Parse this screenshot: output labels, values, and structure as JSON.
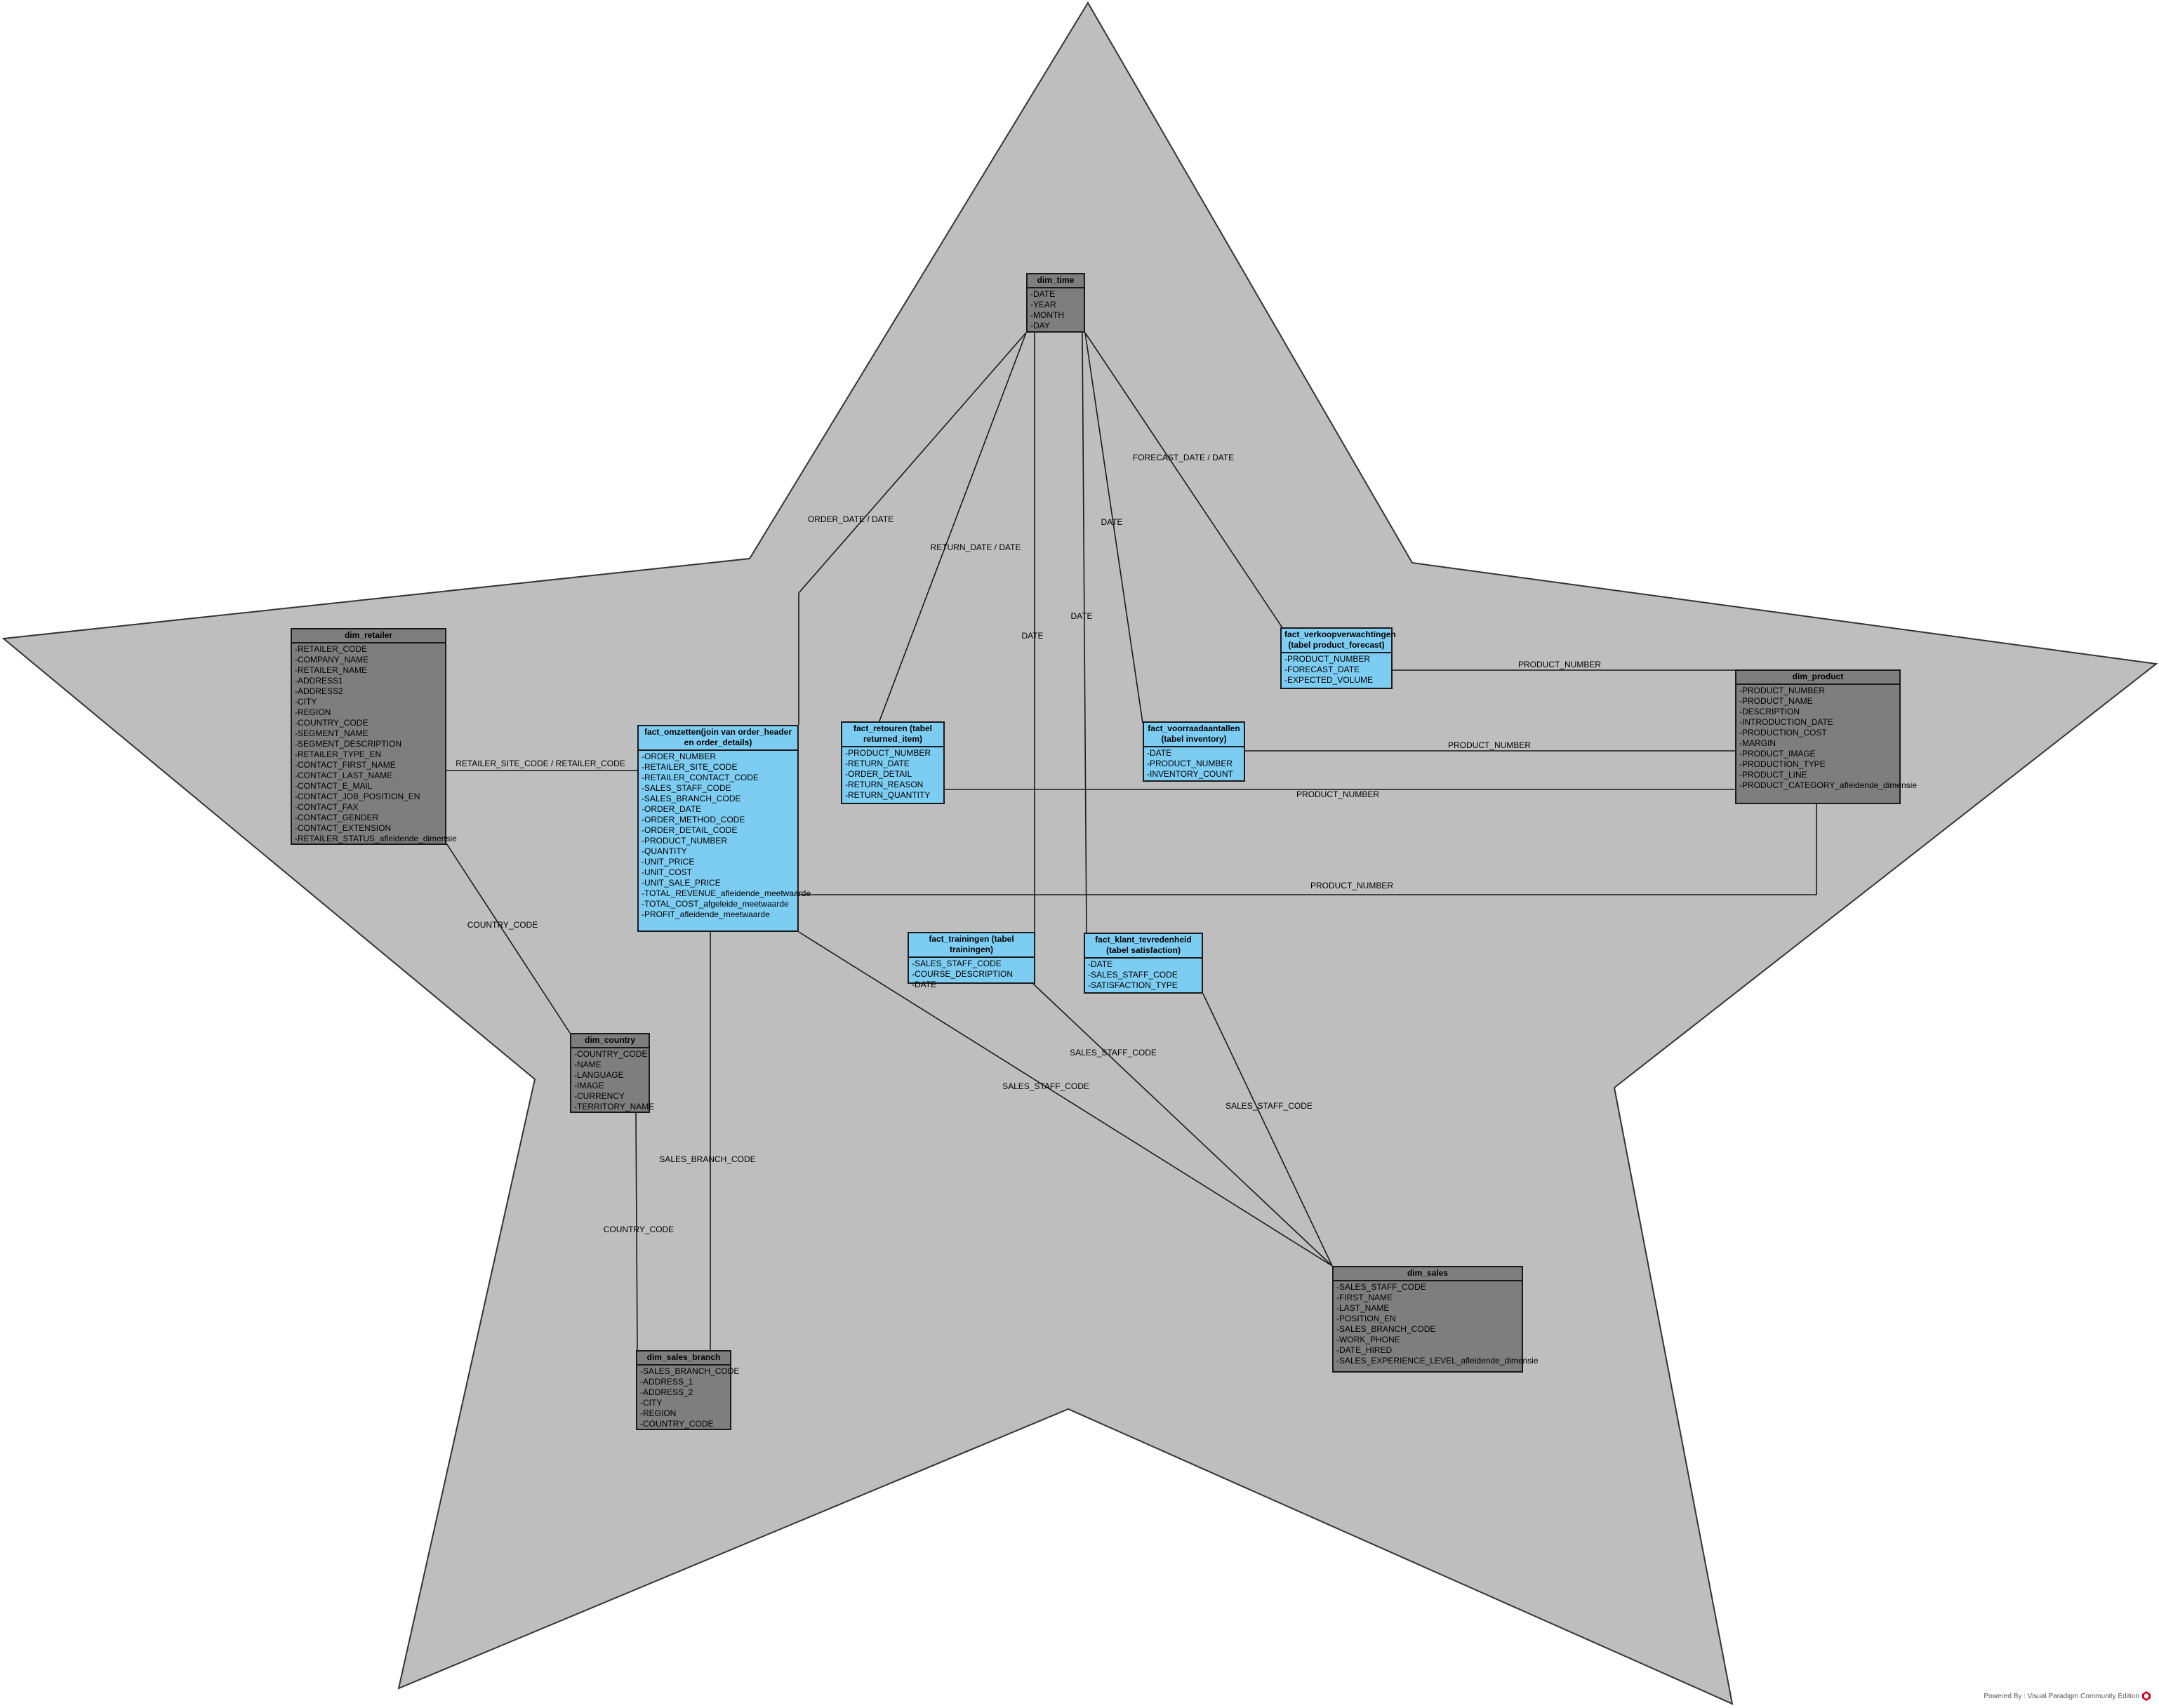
{
  "entities": {
    "dim_time": {
      "title": "dim_time",
      "kind": "dim",
      "fields": [
        "-DATE",
        "-YEAR",
        "-MONTH",
        "-DAY"
      ]
    },
    "dim_retailer": {
      "title": "dim_retailer",
      "kind": "dim",
      "fields": [
        "-RETAILER_CODE",
        "-COMPANY_NAME",
        "-RETAILER_NAME",
        "-ADDRESS1",
        "-ADDRESS2",
        "-CITY",
        "-REGION",
        "-COUNTRY_CODE",
        "-SEGMENT_NAME",
        "-SEGMENT_DESCRIPTION",
        "-RETAILER_TYPE_EN",
        "-CONTACT_FIRST_NAME",
        "-CONTACT_LAST_NAME",
        "-CONTACT_E_MAIL",
        "-CONTACT_JOB_POSITION_EN",
        "-CONTACT_FAX",
        "-CONTACT_GENDER",
        "-CONTACT_EXTENSION",
        "-RETAILER_STATUS_afleidende_dimensie"
      ]
    },
    "fact_omzetten": {
      "title": "fact_omzetten(join van order_header en order_details)",
      "kind": "fact",
      "fields": [
        "-ORDER_NUMBER",
        "-RETAILER_SITE_CODE",
        "-RETAILER_CONTACT_CODE",
        "-SALES_STAFF_CODE",
        "-SALES_BRANCH_CODE",
        "-ORDER_DATE",
        "-ORDER_METHOD_CODE",
        "-ORDER_DETAIL_CODE",
        "-PRODUCT_NUMBER",
        "-QUANTITY",
        "-UNIT_PRICE",
        "-UNIT_COST",
        "-UNIT_SALE_PRICE",
        "-TOTAL_REVENUE_afleidende_meetwaarde",
        "-TOTAL_COST_afgeleide_meetwaarde",
        "-PROFIT_afleidende_meetwaarde"
      ]
    },
    "fact_retouren": {
      "title": "fact_retouren (tabel returned_item)",
      "kind": "fact",
      "fields": [
        "-PRODUCT_NUMBER",
        "-RETURN_DATE",
        "-ORDER_DETAIL",
        "-RETURN_REASON",
        "-RETURN_QUANTITY"
      ]
    },
    "fact_voorraad": {
      "title": "fact_voorraadaantallen (tabel inventory)",
      "kind": "fact",
      "fields": [
        "-DATE",
        "-PRODUCT_NUMBER",
        "-INVENTORY_COUNT"
      ]
    },
    "fact_verkoop": {
      "title": "fact_verkoopverwachtingen (tabel product_forecast)",
      "kind": "fact",
      "fields": [
        "-PRODUCT_NUMBER",
        "-FORECAST_DATE",
        "-EXPECTED_VOLUME"
      ]
    },
    "dim_product": {
      "title": "dim_product",
      "kind": "dim",
      "fields": [
        "-PRODUCT_NUMBER",
        "-PRODUCT_NAME",
        "-DESCRIPTION",
        "-INTRODUCTION_DATE",
        "-PRODUCTION_COST",
        "-MARGIN",
        "-PRODUCT_IMAGE",
        "-PRODUCTION_TYPE",
        "-PRODUCT_LINE",
        "-PRODUCT_CATEGORY_afleidende_dimensie"
      ]
    },
    "fact_trainingen": {
      "title": "fact_trainingen (tabel trainingen)",
      "kind": "fact",
      "fields": [
        "-SALES_STAFF_CODE",
        "-COURSE_DESCRIPTION",
        "-DATE"
      ]
    },
    "fact_klant": {
      "title": "fact_klant_tevredenheid (tabel satisfaction)",
      "kind": "fact",
      "fields": [
        "-DATE",
        "-SALES_STAFF_CODE",
        "-SATISFACTION_TYPE"
      ]
    },
    "dim_country": {
      "title": "dim_country",
      "kind": "dim",
      "fields": [
        "-COUNTRY_CODE",
        "-NAME",
        "-LANGUAGE",
        "-IMAGE",
        "-CURRENCY",
        "-TERRITORY_NAME"
      ]
    },
    "dim_sales_branch": {
      "title": "dim_sales_branch",
      "kind": "dim",
      "fields": [
        "-SALES_BRANCH_CODE",
        "-ADDRESS_1",
        "-ADDRESS_2",
        "-CITY",
        "-REGION",
        "-COUNTRY_CODE"
      ]
    },
    "dim_sales": {
      "title": "dim_sales",
      "kind": "dim",
      "fields": [
        "-SALES_STAFF_CODE",
        "-FIRST_NAME",
        "-LAST_NAME",
        "-POSITION_EN",
        "-SALES_BRANCH_CODE",
        "-WORK_PHONE",
        "-DATE_HIRED",
        "-SALES_EXPERIENCE_LEVEL_afleidende_dimensie"
      ]
    }
  },
  "connector_labels": {
    "order_date": "ORDER_DATE / DATE",
    "return_date": "RETURN_DATE / DATE",
    "date_trainingen": "DATE",
    "date_klant": "DATE",
    "date_voorraad": "DATE",
    "forecast_date": "FORECAST_DATE / DATE",
    "product_verkoop": "PRODUCT_NUMBER",
    "product_voorraad": "PRODUCT_NUMBER",
    "product_retouren": "PRODUCT_NUMBER",
    "product_omzetten": "PRODUCT_NUMBER",
    "retailer_site": "RETAILER_SITE_CODE / RETAILER_CODE",
    "country_retailer": "COUNTRY_CODE",
    "country_branch": "COUNTRY_CODE",
    "sales_branch": "SALES_BRANCH_CODE",
    "sales_staff_omzetten": "SALES_STAFF_CODE",
    "sales_staff_trainingen": "SALES_STAFF_CODE",
    "sales_staff_klant": "SALES_STAFF_CODE"
  },
  "colors": {
    "star_fill": "#bebebe",
    "dim_fill": "#7e7e7e",
    "fact_fill": "#7dcdf2",
    "line": "#1a1a1a"
  },
  "footer": {
    "text": "Powered By : Visual Paradigm Community Edition",
    "icon": "visual-paradigm-logo-icon"
  }
}
